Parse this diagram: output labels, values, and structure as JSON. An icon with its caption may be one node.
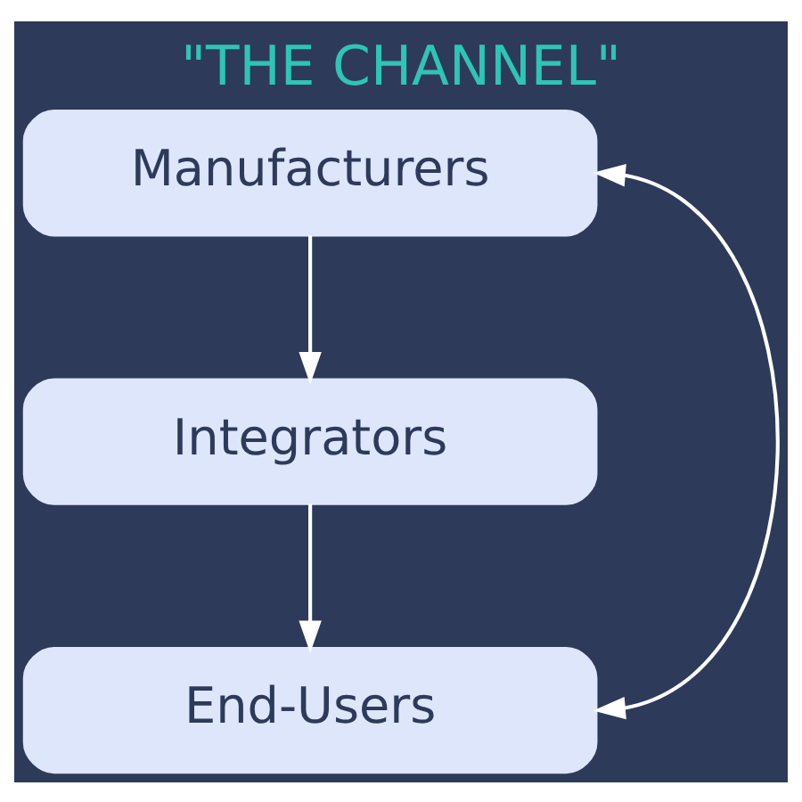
{
  "diagram": {
    "title": "\"THE CHANNEL\"",
    "nodes": [
      {
        "text": [
          "Manufacturers"
        ]
      },
      {
        "text": [
          "Integrators"
        ]
      },
      {
        "text": [
          "End-Users"
        ]
      }
    ],
    "edges": [
      {
        "from": 0,
        "to": 1,
        "arrow": "to"
      },
      {
        "from": 1,
        "to": 2,
        "arrow": "to"
      },
      {
        "from": 2,
        "to": 0,
        "arrow": "both"
      }
    ]
  }
}
